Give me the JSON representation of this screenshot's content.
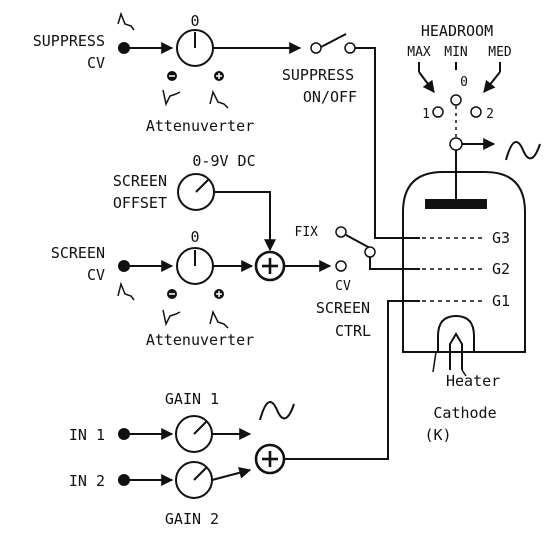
{
  "suppress": {
    "label_line1": "SUPPRESS",
    "label_line2": "CV",
    "knob_zero": "0",
    "switch_label_line1": "SUPPRESS",
    "switch_label_line2": "ON/OFF",
    "attenuverter": "Attenuverter"
  },
  "offset": {
    "range": "0-9V DC",
    "label_line1": "SCREEN",
    "label_line2": "OFFSET"
  },
  "screen": {
    "label_line1": "SCREEN",
    "label_line2": "CV",
    "knob_zero": "0",
    "attenuverter": "Attenuverter",
    "fix": "FIX",
    "cv": "CV",
    "ctrl_line1": "SCREEN",
    "ctrl_line2": "CTRL"
  },
  "headroom": {
    "title": "HEADROOM",
    "max": "MAX",
    "min": "MIN",
    "med": "MED",
    "pos1": "1",
    "pos0": "0",
    "pos2": "2"
  },
  "tube": {
    "g3": "G3",
    "g2": "G2",
    "g1": "G1",
    "heater": "Heater",
    "cathode": "Cathode",
    "cathode_k": "(K)"
  },
  "inputs": {
    "in1": "IN 1",
    "in2": "IN 2",
    "gain1": "GAIN 1",
    "gain2": "GAIN 2"
  },
  "icons": {
    "minus": "minus-icon",
    "plus": "plus-icon",
    "sum": "summing-junction-icon",
    "sine": "sine-wave-icon",
    "envelope": "envelope-icon"
  }
}
